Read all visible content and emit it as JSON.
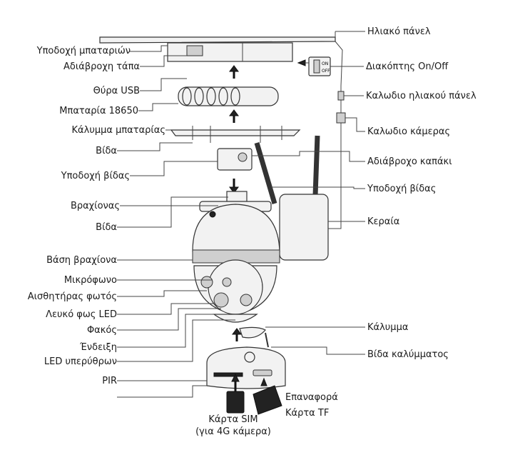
{
  "labels_left": [
    "Υποδοχή μπαταριών",
    "Αδιάβροχη τάπα",
    "Θύρα USB",
    "Μπαταρία 18650",
    "Κάλυμμα μπαταρίας",
    "Βίδα",
    "Υποδοχή βίδας",
    "Βραχίονας",
    "Βίδα",
    "Βάση βραχίονα",
    "Μικρόφωνο",
    "Αισθητήρας φωτός",
    "Λευκό φως LED",
    "Φακός",
    "Ένδειξη",
    "LED υπερύθρων",
    "PIR"
  ],
  "labels_right": [
    "Ηλιακό πάνελ",
    "Διακόπτης On/Off",
    "Καλωδιο ηλιακού πάνελ",
    "Καλωδιο κάμερας",
    "Αδιάβροχο καπάκι",
    "Υποδοχή βίδας",
    "Κεραία",
    "Κάλυμμα",
    "Βίδα καλύμματος"
  ],
  "labels_bottom": {
    "sim": "Κάρτα SIM",
    "sim_note": "(για 4G κάμερα)",
    "reset": "Επαναφορά",
    "tf": "Κάρτα TF"
  },
  "switch": {
    "on": "ON",
    "off": "OFF"
  }
}
